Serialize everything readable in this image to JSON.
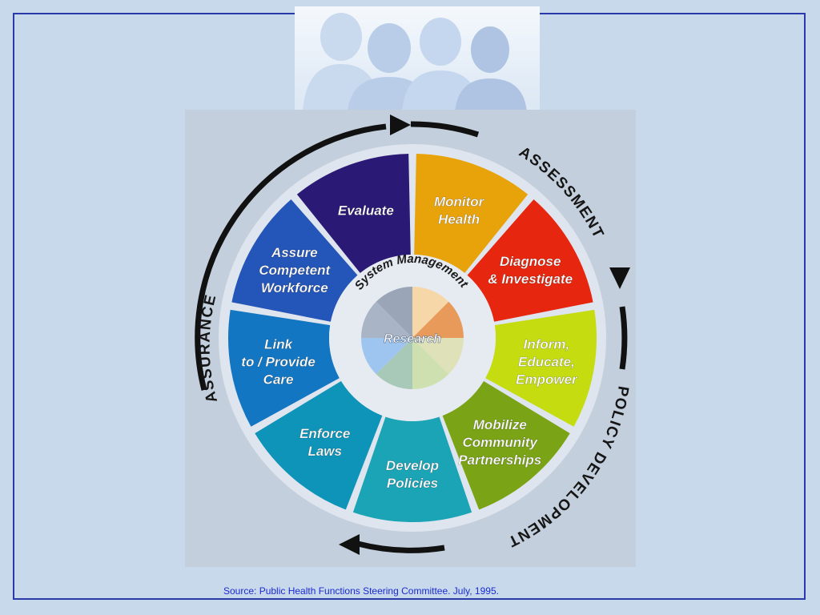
{
  "phases": {
    "assessment": "ASSESSMENT",
    "policy": "POLICY DEVELOPMENT",
    "assurance": "ASSURANCE"
  },
  "hub": {
    "top": "System Management",
    "center": "Research"
  },
  "services": [
    {
      "key": "monitor",
      "lines": [
        "Monitor",
        "Health"
      ],
      "color": "#e8a20a"
    },
    {
      "key": "diagnose",
      "lines": [
        "Diagnose",
        "& Investigate"
      ],
      "color": "#e6260e"
    },
    {
      "key": "inform",
      "lines": [
        "Inform,",
        "Educate,",
        "Empower"
      ],
      "color": "#c4dc10"
    },
    {
      "key": "mobilize",
      "lines": [
        "Mobilize",
        "Community",
        "Partnerships"
      ],
      "color": "#7aa315"
    },
    {
      "key": "develop",
      "lines": [
        "Develop",
        "Policies"
      ],
      "color": "#1aa4b6"
    },
    {
      "key": "enforce",
      "lines": [
        "Enforce",
        "Laws"
      ],
      "color": "#0e94b8"
    },
    {
      "key": "link",
      "lines": [
        "Link",
        "to / Provide",
        "Care"
      ],
      "color": "#1276c2"
    },
    {
      "key": "assure",
      "lines": [
        "Assure",
        "Competent",
        "Workforce"
      ],
      "color": "#2455b8"
    },
    {
      "key": "evaluate",
      "lines": [
        "Evaluate"
      ],
      "color": "#2a1a75"
    }
  ],
  "source": "Source: Public Health Functions Steering Committee.  July, 1995."
}
